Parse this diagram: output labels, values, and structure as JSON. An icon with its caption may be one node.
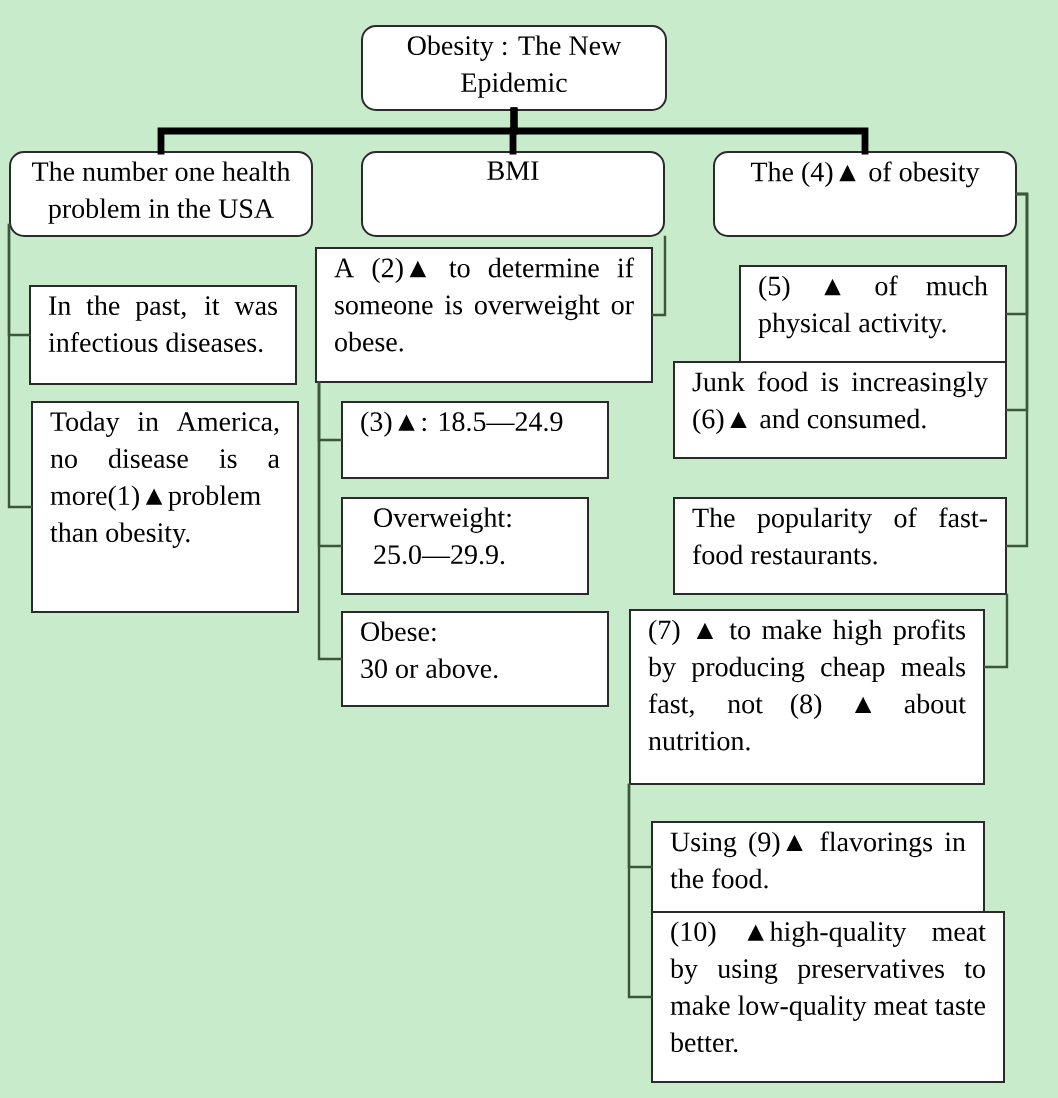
{
  "diagram": {
    "nodes": [
      {
        "text": [
          "Obesity : The New Epidemic"
        ]
      },
      {
        "text": [
          "The number one health problem in the USA"
        ]
      },
      {
        "text": [
          "BMI"
        ]
      },
      {
        "text": [
          "The (4)▲ of obesity"
        ]
      },
      {
        "text": [
          "In the past, it was infectious diseases."
        ]
      },
      {
        "text": [
          "Today in America, no disease is a more(1)▲problem than obesity."
        ]
      },
      {
        "text": [
          "A (2)▲ to determine if someone is overweight or obese."
        ]
      },
      {
        "text": [
          "(3)▲: 18.5—24.9"
        ]
      },
      {
        "text": [
          "Overweight: 25.0—29.9."
        ]
      },
      {
        "text": [
          "Obese:",
          "30 or above."
        ]
      },
      {
        "text": [
          "(5) ▲ of much physical activity."
        ]
      },
      {
        "text": [
          "Junk food is increasingly (6)▲ and consumed."
        ]
      },
      {
        "text": [
          "The popularity of fast-food restaurants."
        ]
      },
      {
        "text": [
          "(7) ▲ to make high profits by producing cheap meals fast, not (8) ▲ about nutrition."
        ]
      },
      {
        "text": [
          "Using (9)▲ flavorings in the food."
        ]
      },
      {
        "text": [
          "(10) ▲high-quality meat by using preservatives to make low-quality meat taste better."
        ]
      }
    ],
    "edges": [
      {
        "from": 0,
        "to": 1,
        "arrow": "none",
        "style": "thick",
        "color": "#000000"
      },
      {
        "from": 0,
        "to": 2,
        "arrow": "none",
        "style": "thick",
        "color": "#000000"
      },
      {
        "from": 0,
        "to": 3,
        "arrow": "none",
        "style": "thick",
        "color": "#000000"
      },
      {
        "from": 1,
        "to": 4,
        "arrow": "none"
      },
      {
        "from": 1,
        "to": 5,
        "arrow": "none"
      },
      {
        "from": 2,
        "to": 6,
        "arrow": "none"
      },
      {
        "from": 6,
        "to": 7,
        "arrow": "none"
      },
      {
        "from": 6,
        "to": 8,
        "arrow": "none"
      },
      {
        "from": 6,
        "to": 9,
        "arrow": "none"
      },
      {
        "from": 3,
        "to": 10,
        "arrow": "none"
      },
      {
        "from": 3,
        "to": 11,
        "arrow": "none"
      },
      {
        "from": 3,
        "to": 12,
        "arrow": "none"
      },
      {
        "from": 12,
        "to": 13,
        "arrow": "none"
      },
      {
        "from": 13,
        "to": 14,
        "arrow": "none"
      },
      {
        "from": 13,
        "to": 15,
        "arrow": "none"
      }
    ]
  }
}
